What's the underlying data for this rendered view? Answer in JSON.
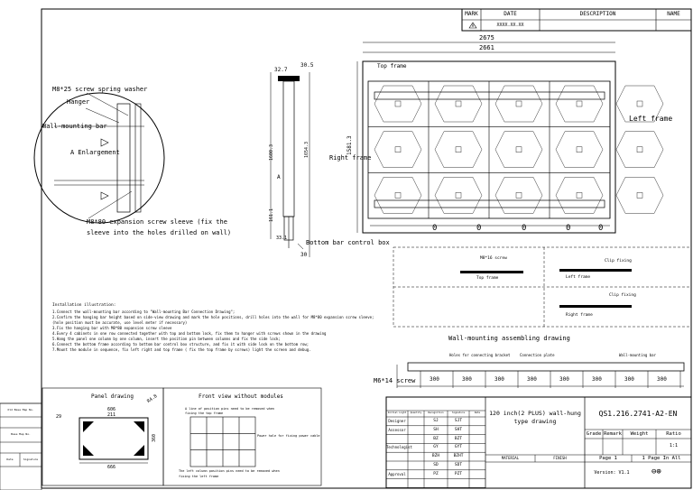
{
  "revision_table": {
    "headers": [
      "MARK",
      "DATE",
      "DESCRIPTION",
      "NAME"
    ],
    "row": {
      "mark": "A",
      "date": "XXXX.XX.XX",
      "description": "",
      "name": ""
    }
  },
  "dimensions": {
    "overall_width": "2675",
    "inner_width": "2661",
    "side_top": "32.7",
    "side_top_right": "30.5",
    "side_height_a": "1600.3",
    "side_height_b": "1654.3",
    "main_height": "1581.3",
    "side_bottom_a": "161.1",
    "side_bottom_b": "33.1",
    "side_bottom_c": "30"
  },
  "labels": {
    "screw_washer": "M8*25 screw spring washer",
    "hanger": "Hanger",
    "wall_bar": "Wall-mounting bar",
    "enlargement": "A Enlargement",
    "expansion_sleeve_1": "M8*80 expansion screw sleeve (fix the",
    "expansion_sleeve_2": "sleeve into the holes drilled on wall)",
    "top_frame": "Top frame",
    "left_frame": "Left frame",
    "right_frame": "Right frame",
    "bottom_box": "Bottom bar control box",
    "marker_a": "A",
    "screw_m8_16": "M8*16 screw",
    "clip_fixing": "Clip fixing",
    "detail_top_frame": "Top frame",
    "detail_left_frame": "Left frame",
    "detail_right_frame": "Right frame",
    "assembly_title": "Wall-mounting assembling drawing",
    "holes_label": "Holes for connecting bracket",
    "connection_plate": "Connection plate",
    "wall_mount_bar": "Wall-mounting bar",
    "m6_screw": "M6*14 screw",
    "spacings": [
      "300",
      "300",
      "300",
      "300",
      "300",
      "300",
      "300",
      "300"
    ],
    "zero_marks": [
      "0",
      "0",
      "0",
      "0",
      "0"
    ]
  },
  "instructions": {
    "title": "Installation illustration:",
    "lines": [
      "1.Connect the wall-mounting bar according to \"Wall-mounting Bar Connection Drawing\";",
      "2.Confirm the hanging bar height based on side-view drawing and mark the hole positions, drill holes into the wall for M8*80 expansion screw sleeve;",
      "  (hole position must be accurate, use level meter if necessary)",
      "3.Fix the hanging bar with M8*80 expansion screw sleeve",
      "4.Every 4 cabinets in one row connected together with top and bottom lock, fix them to hanger with screws shown in the drawing",
      "5.Hang the panel one column by one column, insert the position pin between columns and fix the side lock;",
      "6.Connect the bottom frame according to bottom bar control box structure, and fix it with side lock on the bottom row;",
      "7.Mount the module in sequence, fix left right and top frame ( fix the top frame by screws) light the screen and debug."
    ]
  },
  "panel_drawing": {
    "title": "Panel drawing",
    "dims": [
      "606",
      "211",
      "29",
      "666",
      "360"
    ],
    "angle": "R4.8"
  },
  "front_view": {
    "title": "Front view without modules",
    "note_top": "A line of position pins need to be removed when",
    "note_top2": "fixing the top frame",
    "note_right": "Power hole for fixing power cable",
    "note_bottom": "The left column position pins need to be removed when",
    "note_bottom2": "fixing the left frame"
  },
  "side_stamps": [
    "Old Base Map No.",
    "Base Map No.",
    "Date",
    "Signature"
  ],
  "title_block": {
    "title_line1": "120 inch(2 PLUS) wall-hung",
    "title_line2": "type drawing",
    "drawing_no": "QS1.216.2741-A2-EN",
    "roles": [
      "Designer",
      "Assessor",
      "",
      "Technologist",
      "",
      "",
      " Approval"
    ],
    "col_headers": [
      "Initial Light",
      "Quantity",
      "Recognition",
      "Signature",
      "Date"
    ],
    "codes_a": [
      "SJ",
      "SH",
      "BZ",
      "GY",
      "BZH",
      "SD",
      "PZ"
    ],
    "codes_b": [
      "SJT",
      "SHT",
      "BZT",
      "GYT",
      "BZHT",
      "SDT",
      "PZT"
    ],
    "grade": "Grade",
    "remark": "Remark",
    "weight": "Weight",
    "ratio": "Ratio",
    "ratio_val": "1:1",
    "material": "MATERIAL",
    "finish": "FINISH",
    "page": "Page 1",
    "page_total": "1 Page In All",
    "version": "Version: V1.1"
  }
}
